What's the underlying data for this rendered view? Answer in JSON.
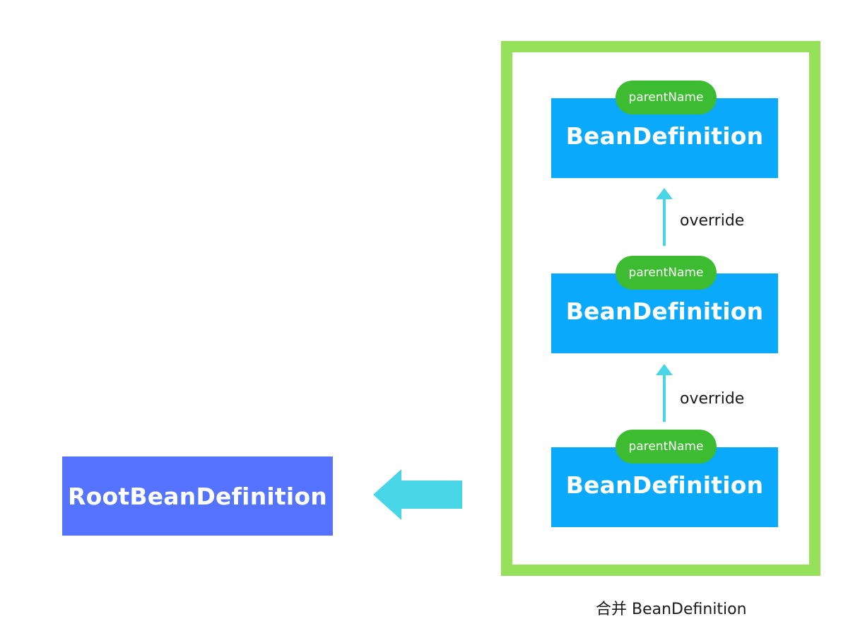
{
  "root_definition": {
    "label": "RootBeanDefinition"
  },
  "merge_group": {
    "caption": "合并 BeanDefinition",
    "nodes": [
      {
        "title": "BeanDefinition",
        "badge": "parentName"
      },
      {
        "title": "BeanDefinition",
        "badge": "parentName"
      },
      {
        "title": "BeanDefinition",
        "badge": "parentName"
      }
    ],
    "edges": [
      {
        "label": "override"
      },
      {
        "label": "override"
      }
    ]
  },
  "colors": {
    "root_box": "#5473ff",
    "bean_box": "#0aa9fb",
    "badge": "#3dbb31",
    "frame": "#95e25a",
    "arrow": "#48d5e6"
  }
}
